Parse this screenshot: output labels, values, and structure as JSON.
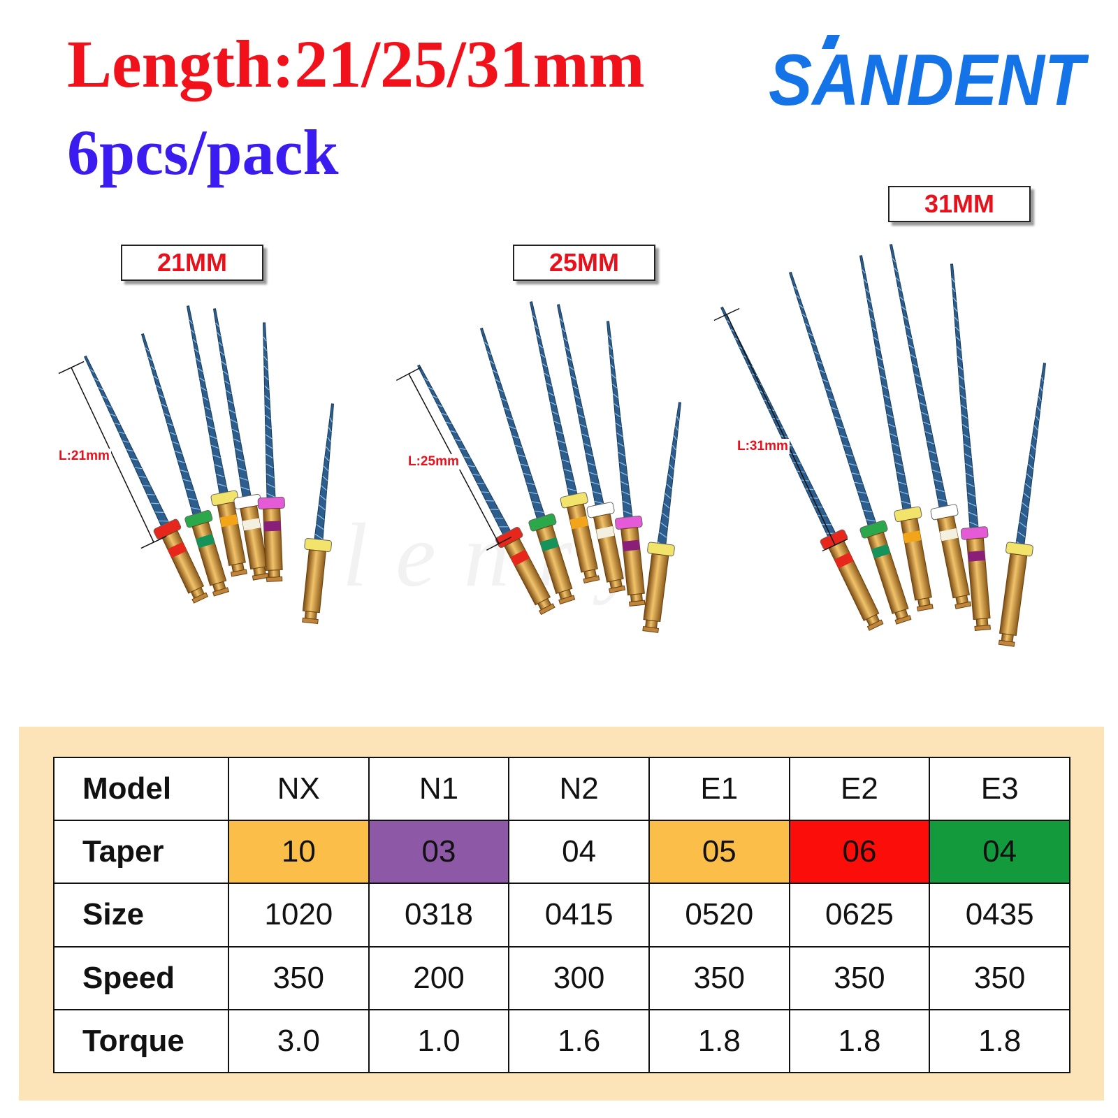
{
  "headline": {
    "length_text": "Length:21/25/31mm",
    "pack_text": "6pcs/pack",
    "length_color": "#f0111a",
    "pack_color": "#3a1cf0"
  },
  "brand": {
    "name": "SANDENT",
    "color": "#1473e6"
  },
  "length_labels": {
    "label_21": "21MM",
    "label_25": "25MM",
    "label_31": "31MM",
    "color": "#e8101a"
  },
  "length_annotations": {
    "annot_21": "L:21mm",
    "annot_25": "L:25mm",
    "annot_31": "L:31mm",
    "color": "#e8101a"
  },
  "file_ring_colors": [
    "#e8271c",
    "#2aa84a",
    "#f2e36a",
    "#ffffff",
    "#e55ad6",
    "#f2e36a"
  ],
  "file_band_colors": [
    "#e8271c",
    "#15935a",
    "#f3a51a",
    "#f4f0e0",
    "#8a1f7a",
    "none"
  ],
  "spec_table": {
    "panel_color": "#fde4b8",
    "rows": [
      {
        "label": "Model",
        "cells": [
          {
            "value": "NX",
            "bg": "#ffffff"
          },
          {
            "value": "N1",
            "bg": "#ffffff"
          },
          {
            "value": "N2",
            "bg": "#ffffff"
          },
          {
            "value": "E1",
            "bg": "#ffffff"
          },
          {
            "value": "E2",
            "bg": "#ffffff"
          },
          {
            "value": "E3",
            "bg": "#ffffff"
          }
        ]
      },
      {
        "label": "Taper",
        "cells": [
          {
            "value": "10",
            "bg": "#fbbe49"
          },
          {
            "value": "03",
            "bg": "#8d58a6"
          },
          {
            "value": "04",
            "bg": "#ffffff"
          },
          {
            "value": "05",
            "bg": "#fbbe49"
          },
          {
            "value": "06",
            "bg": "#fb0d09"
          },
          {
            "value": "04",
            "bg": "#129a3d"
          }
        ]
      },
      {
        "label": "Size",
        "cells": [
          {
            "value": "1020",
            "bg": "#ffffff"
          },
          {
            "value": "0318",
            "bg": "#ffffff"
          },
          {
            "value": "0415",
            "bg": "#ffffff"
          },
          {
            "value": "0520",
            "bg": "#ffffff"
          },
          {
            "value": "0625",
            "bg": "#ffffff"
          },
          {
            "value": "0435",
            "bg": "#ffffff"
          }
        ]
      },
      {
        "label": "Speed",
        "cells": [
          {
            "value": "350",
            "bg": "#ffffff"
          },
          {
            "value": "200",
            "bg": "#ffffff"
          },
          {
            "value": "300",
            "bg": "#ffffff"
          },
          {
            "value": "350",
            "bg": "#ffffff"
          },
          {
            "value": "350",
            "bg": "#ffffff"
          },
          {
            "value": "350",
            "bg": "#ffffff"
          }
        ]
      },
      {
        "label": "Torque",
        "cells": [
          {
            "value": "3.0",
            "bg": "#ffffff"
          },
          {
            "value": "1.0",
            "bg": "#ffffff"
          },
          {
            "value": "1.6",
            "bg": "#ffffff"
          },
          {
            "value": "1.8",
            "bg": "#ffffff"
          },
          {
            "value": "1.8",
            "bg": "#ffffff"
          },
          {
            "value": "1.8",
            "bg": "#ffffff"
          }
        ]
      }
    ]
  }
}
